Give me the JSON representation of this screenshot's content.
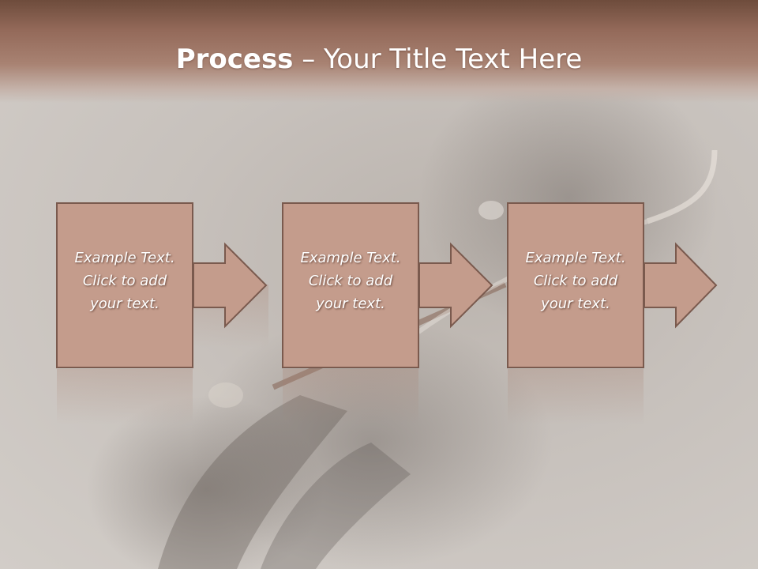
{
  "slide": {
    "title_bold": "Process",
    "title_rest": " – Your Title Text Here"
  },
  "steps": [
    {
      "line1": "Example Text.",
      "line2": "Click  to add",
      "line3": "your text."
    },
    {
      "line1": "Example Text.",
      "line2": "Click  to add",
      "line3": "your text."
    },
    {
      "line1": "Example Text.",
      "line2": "Click  to add",
      "line3": "your text."
    }
  ],
  "colors": {
    "header_top": "#6e4c3c",
    "box_fill": "#c49c8c",
    "box_stroke": "#7a5a4e",
    "background": "#cfcac5"
  }
}
